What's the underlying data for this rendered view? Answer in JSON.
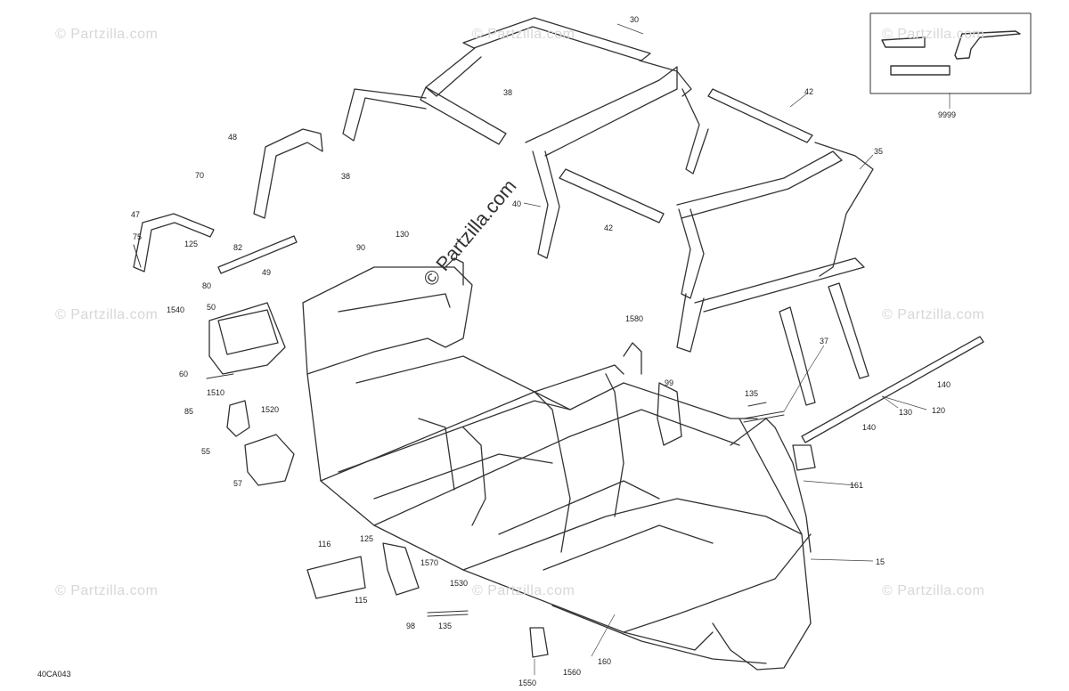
{
  "diagram": {
    "figure_code": "40CA043",
    "watermark_text": "© Partzilla.com",
    "brand_text": "© Partzilla.com",
    "callouts": [
      {
        "id": "c30",
        "label": "30"
      },
      {
        "id": "c38a",
        "label": "38"
      },
      {
        "id": "c38b",
        "label": "38"
      },
      {
        "id": "c42a",
        "label": "42"
      },
      {
        "id": "c42b",
        "label": "42"
      },
      {
        "id": "c35",
        "label": "35"
      },
      {
        "id": "c40",
        "label": "40"
      },
      {
        "id": "c48",
        "label": "48"
      },
      {
        "id": "c70",
        "label": "70"
      },
      {
        "id": "c47",
        "label": "47"
      },
      {
        "id": "c75",
        "label": "75"
      },
      {
        "id": "c125a",
        "label": "125"
      },
      {
        "id": "c82",
        "label": "82"
      },
      {
        "id": "c90",
        "label": "90"
      },
      {
        "id": "c130a",
        "label": "130"
      },
      {
        "id": "c49",
        "label": "49"
      },
      {
        "id": "c80",
        "label": "80"
      },
      {
        "id": "c1540",
        "label": "1540"
      },
      {
        "id": "c50",
        "label": "50"
      },
      {
        "id": "c1580",
        "label": "1580"
      },
      {
        "id": "c37",
        "label": "37"
      },
      {
        "id": "c60",
        "label": "60"
      },
      {
        "id": "c1510",
        "label": "1510"
      },
      {
        "id": "c1520",
        "label": "1520"
      },
      {
        "id": "c85",
        "label": "85"
      },
      {
        "id": "c55",
        "label": "55"
      },
      {
        "id": "c57",
        "label": "57"
      },
      {
        "id": "c99",
        "label": "99"
      },
      {
        "id": "c135a",
        "label": "135"
      },
      {
        "id": "c140a",
        "label": "140"
      },
      {
        "id": "c130b",
        "label": "130"
      },
      {
        "id": "c120",
        "label": "120"
      },
      {
        "id": "c140b",
        "label": "140"
      },
      {
        "id": "c161",
        "label": "161"
      },
      {
        "id": "c15",
        "label": "15"
      },
      {
        "id": "c116",
        "label": "116"
      },
      {
        "id": "c125b",
        "label": "125"
      },
      {
        "id": "c1570",
        "label": "1570"
      },
      {
        "id": "c1530",
        "label": "1530"
      },
      {
        "id": "c115",
        "label": "115"
      },
      {
        "id": "c98",
        "label": "98"
      },
      {
        "id": "c135b",
        "label": "135"
      },
      {
        "id": "c160",
        "label": "160"
      },
      {
        "id": "c1560",
        "label": "1560"
      },
      {
        "id": "c1550",
        "label": "1550"
      },
      {
        "id": "c9999",
        "label": "9999"
      }
    ]
  }
}
